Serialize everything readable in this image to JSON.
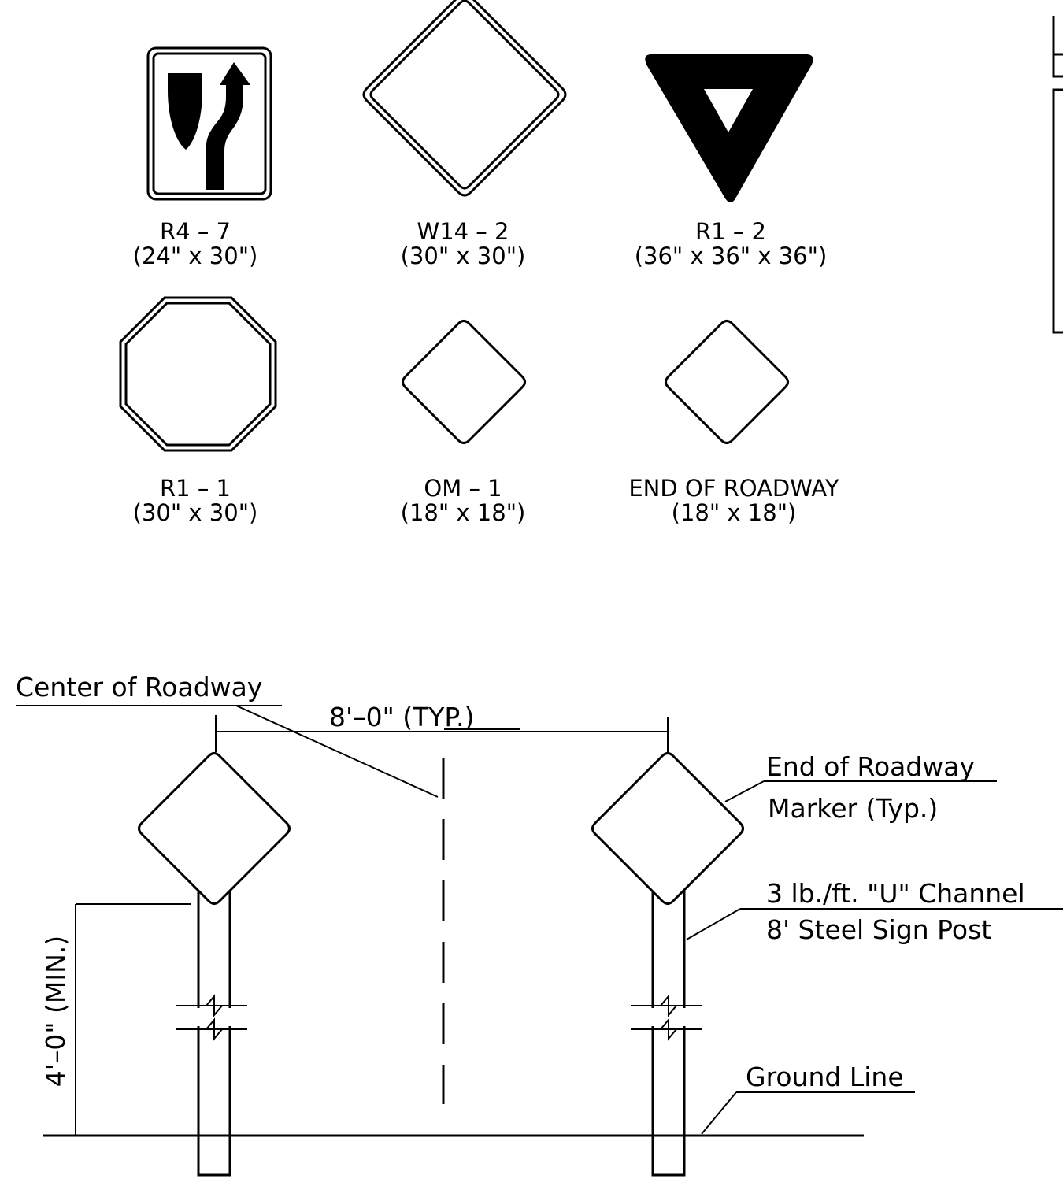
{
  "signs": [
    {
      "code": "R4 – 7",
      "size": "(24\" x 30\")"
    },
    {
      "code": "W14 – 2",
      "size": "(30\" x 30\")"
    },
    {
      "code": "R1 – 2",
      "size": "(36\" x 36\" x 36\")"
    },
    {
      "code": "R1 – 1",
      "size": "(30\" x 30\")"
    },
    {
      "code": "OM – 1",
      "size": "(18\" x 18\")"
    },
    {
      "code": "END OF ROADWAY",
      "size": "(18\" x 18\")"
    }
  ],
  "elevation": {
    "center_of_roadway": "Center of Roadway",
    "spacing_dim": "8'–0\" (TYP.)",
    "height_dim": "4'–0\" (MIN.)",
    "marker_line1": "End of Roadway",
    "marker_line2": "Marker (Typ.)",
    "post_line1": "3 lb./ft. \"U\" Channel",
    "post_line2": "8' Steel Sign Post",
    "ground_line": "Ground Line"
  },
  "colors": {
    "ink": "#000000",
    "paper": "#ffffff"
  }
}
